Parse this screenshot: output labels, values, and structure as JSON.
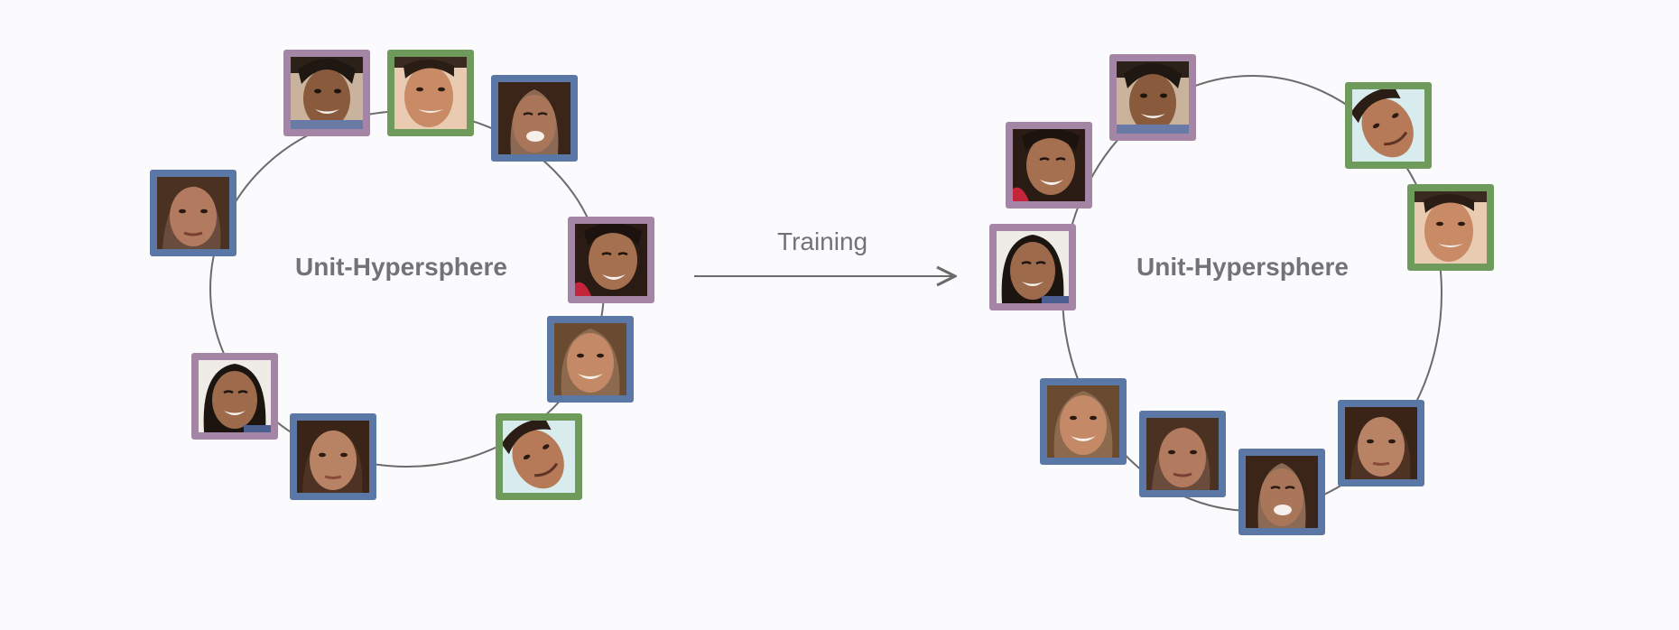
{
  "diagram": {
    "left_label": "Unit-Hypersphere",
    "right_label": "Unit-Hypersphere",
    "arrow_label": "Training"
  },
  "colors": {
    "background": "#fbfafd",
    "purple_frame": "#a585a6",
    "green_frame": "#6e9b5c",
    "blue_frame": "#5a77a5",
    "circle_line": "#6b6b6b",
    "text": "#737278"
  },
  "faces": {
    "left": [
      {
        "id": "purple-curly-hair",
        "group": "purple"
      },
      {
        "id": "green-man",
        "group": "green"
      },
      {
        "id": "blue-laughing-woman",
        "group": "blue"
      },
      {
        "id": "blue-woman-wavy",
        "group": "blue"
      },
      {
        "id": "purple-woman-red-top",
        "group": "purple"
      },
      {
        "id": "blue-curly-smile",
        "group": "blue"
      },
      {
        "id": "green-man-tilted",
        "group": "green"
      },
      {
        "id": "blue-woman-neutral",
        "group": "blue"
      },
      {
        "id": "purple-smiling-woman",
        "group": "purple"
      }
    ],
    "right": [
      {
        "id": "purple-curly-hair",
        "group": "purple"
      },
      {
        "id": "purple-woman-red-top",
        "group": "purple"
      },
      {
        "id": "purple-smiling-woman",
        "group": "purple"
      },
      {
        "id": "green-man-tilted",
        "group": "green"
      },
      {
        "id": "green-man",
        "group": "green"
      },
      {
        "id": "blue-curly-smile",
        "group": "blue"
      },
      {
        "id": "blue-woman-wavy",
        "group": "blue"
      },
      {
        "id": "blue-laughing-woman",
        "group": "blue"
      },
      {
        "id": "blue-woman-neutral",
        "group": "blue"
      }
    ]
  }
}
